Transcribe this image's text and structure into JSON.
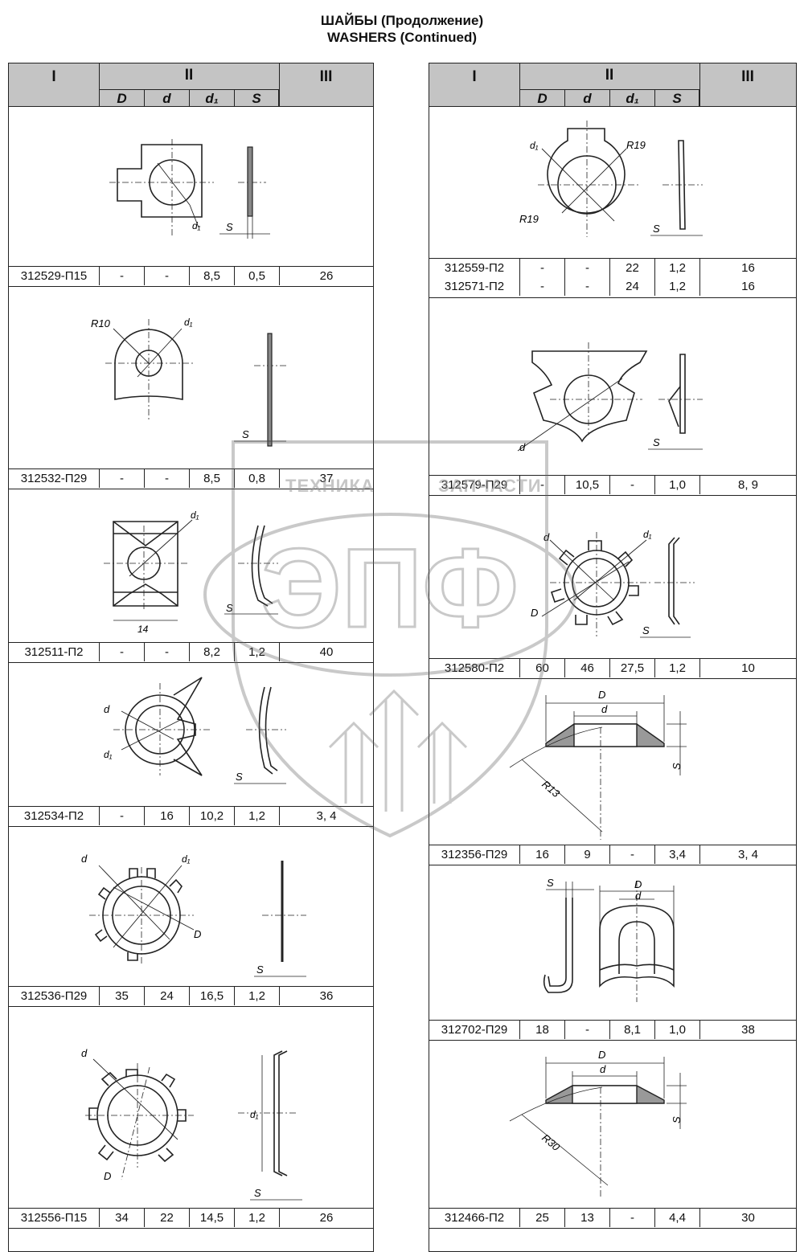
{
  "title_ru": "ШАЙБЫ (Продолжение)",
  "title_en": "WASHERS (Continued)",
  "header": {
    "col1": "I",
    "col2": "II",
    "col3": "III",
    "D": "D",
    "d": "d",
    "d1": "d₁",
    "S": "S"
  },
  "watermark": {
    "left": "ТЕХНИКА",
    "right": "ЗАПЧАСТИ",
    "logo": "ЭПФ"
  },
  "left": [
    {
      "part": "312529-П15",
      "D": "-",
      "d": "-",
      "d1": "8,5",
      "S": "0,5",
      "III": "26"
    },
    {
      "part": "312532-П29",
      "D": "-",
      "d": "-",
      "d1": "8,5",
      "S": "0,8",
      "III": "37"
    },
    {
      "part": "312511-П2",
      "D": "-",
      "d": "-",
      "d1": "8,2",
      "S": "1,2",
      "III": "40"
    },
    {
      "part": "312534-П2",
      "D": "-",
      "d": "16",
      "d1": "10,2",
      "S": "1,2",
      "III": "3, 4"
    },
    {
      "part": "312536-П29",
      "D": "35",
      "d": "24",
      "d1": "16,5",
      "S": "1,2",
      "III": "36"
    },
    {
      "part": "312556-П15",
      "D": "34",
      "d": "22",
      "d1": "14,5",
      "S": "1,2",
      "III": "26"
    }
  ],
  "right": [
    {
      "part": "312559-П2",
      "D": "-",
      "d": "-",
      "d1": "22",
      "S": "1,2",
      "III": "16"
    },
    {
      "part": "312571-П2",
      "D": "-",
      "d": "-",
      "d1": "24",
      "S": "1,2",
      "III": "16"
    },
    {
      "part": "312579-П29",
      "D": "-",
      "d": "10,5",
      "d1": "-",
      "S": "1,0",
      "III": "8, 9"
    },
    {
      "part": "312580-П2",
      "D": "60",
      "d": "46",
      "d1": "27,5",
      "S": "1,2",
      "III": "10"
    },
    {
      "part": "312356-П29",
      "D": "16",
      "d": "9",
      "d1": "-",
      "S": "3,4",
      "III": "3, 4"
    },
    {
      "part": "312702-П29",
      "D": "18",
      "d": "-",
      "d1": "8,1",
      "S": "1,0",
      "III": "38"
    },
    {
      "part": "312466-П2",
      "D": "25",
      "d": "13",
      "d1": "-",
      "S": "4,4",
      "III": "30"
    }
  ],
  "labels": {
    "s": "S",
    "d": "d",
    "D": "D",
    "d1": "d₁",
    "r10": "R10",
    "r19": "R19",
    "r13": "R13",
    "r30": "R30",
    "w14": "14"
  }
}
